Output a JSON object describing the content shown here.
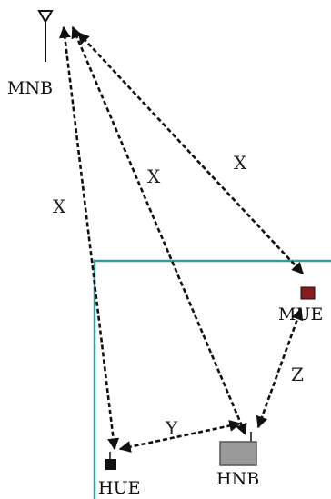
{
  "nodes": {
    "mnb": {
      "label": "MNB"
    },
    "mue": {
      "label": "MUE"
    },
    "hue": {
      "label": "HUE"
    },
    "hnb": {
      "label": "HNB"
    }
  },
  "links": {
    "mnb_hue": {
      "label": "X"
    },
    "mnb_hnb": {
      "label": "X"
    },
    "mnb_mue": {
      "label": "X"
    },
    "hue_hnb": {
      "label": "Y"
    },
    "hnb_mue": {
      "label": "Z"
    }
  },
  "colors": {
    "femtocell_border": "#3a9a98",
    "mue_device": "#8b1a1a",
    "hue_device": "#111111",
    "hnb_device": "#9a9a9a",
    "link_line": "#111111"
  }
}
